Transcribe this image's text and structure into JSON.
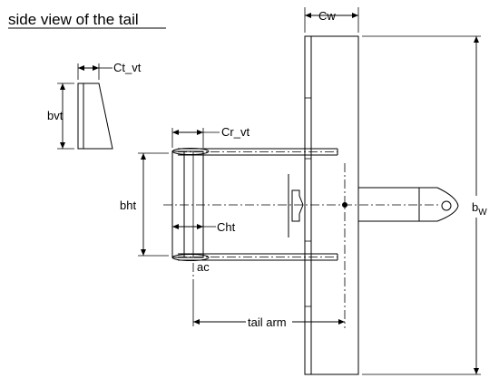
{
  "title": "side view of the tail",
  "labels": {
    "ct_vt": "Ct_vt",
    "bvt": "bvt",
    "cr_vt": "Cr_vt",
    "bht": "bht",
    "cht": "Cht",
    "ac": "ac",
    "cw": "Cw",
    "tail_arm": "tail arm",
    "bw_main": "b",
    "bw_sub": "W"
  }
}
